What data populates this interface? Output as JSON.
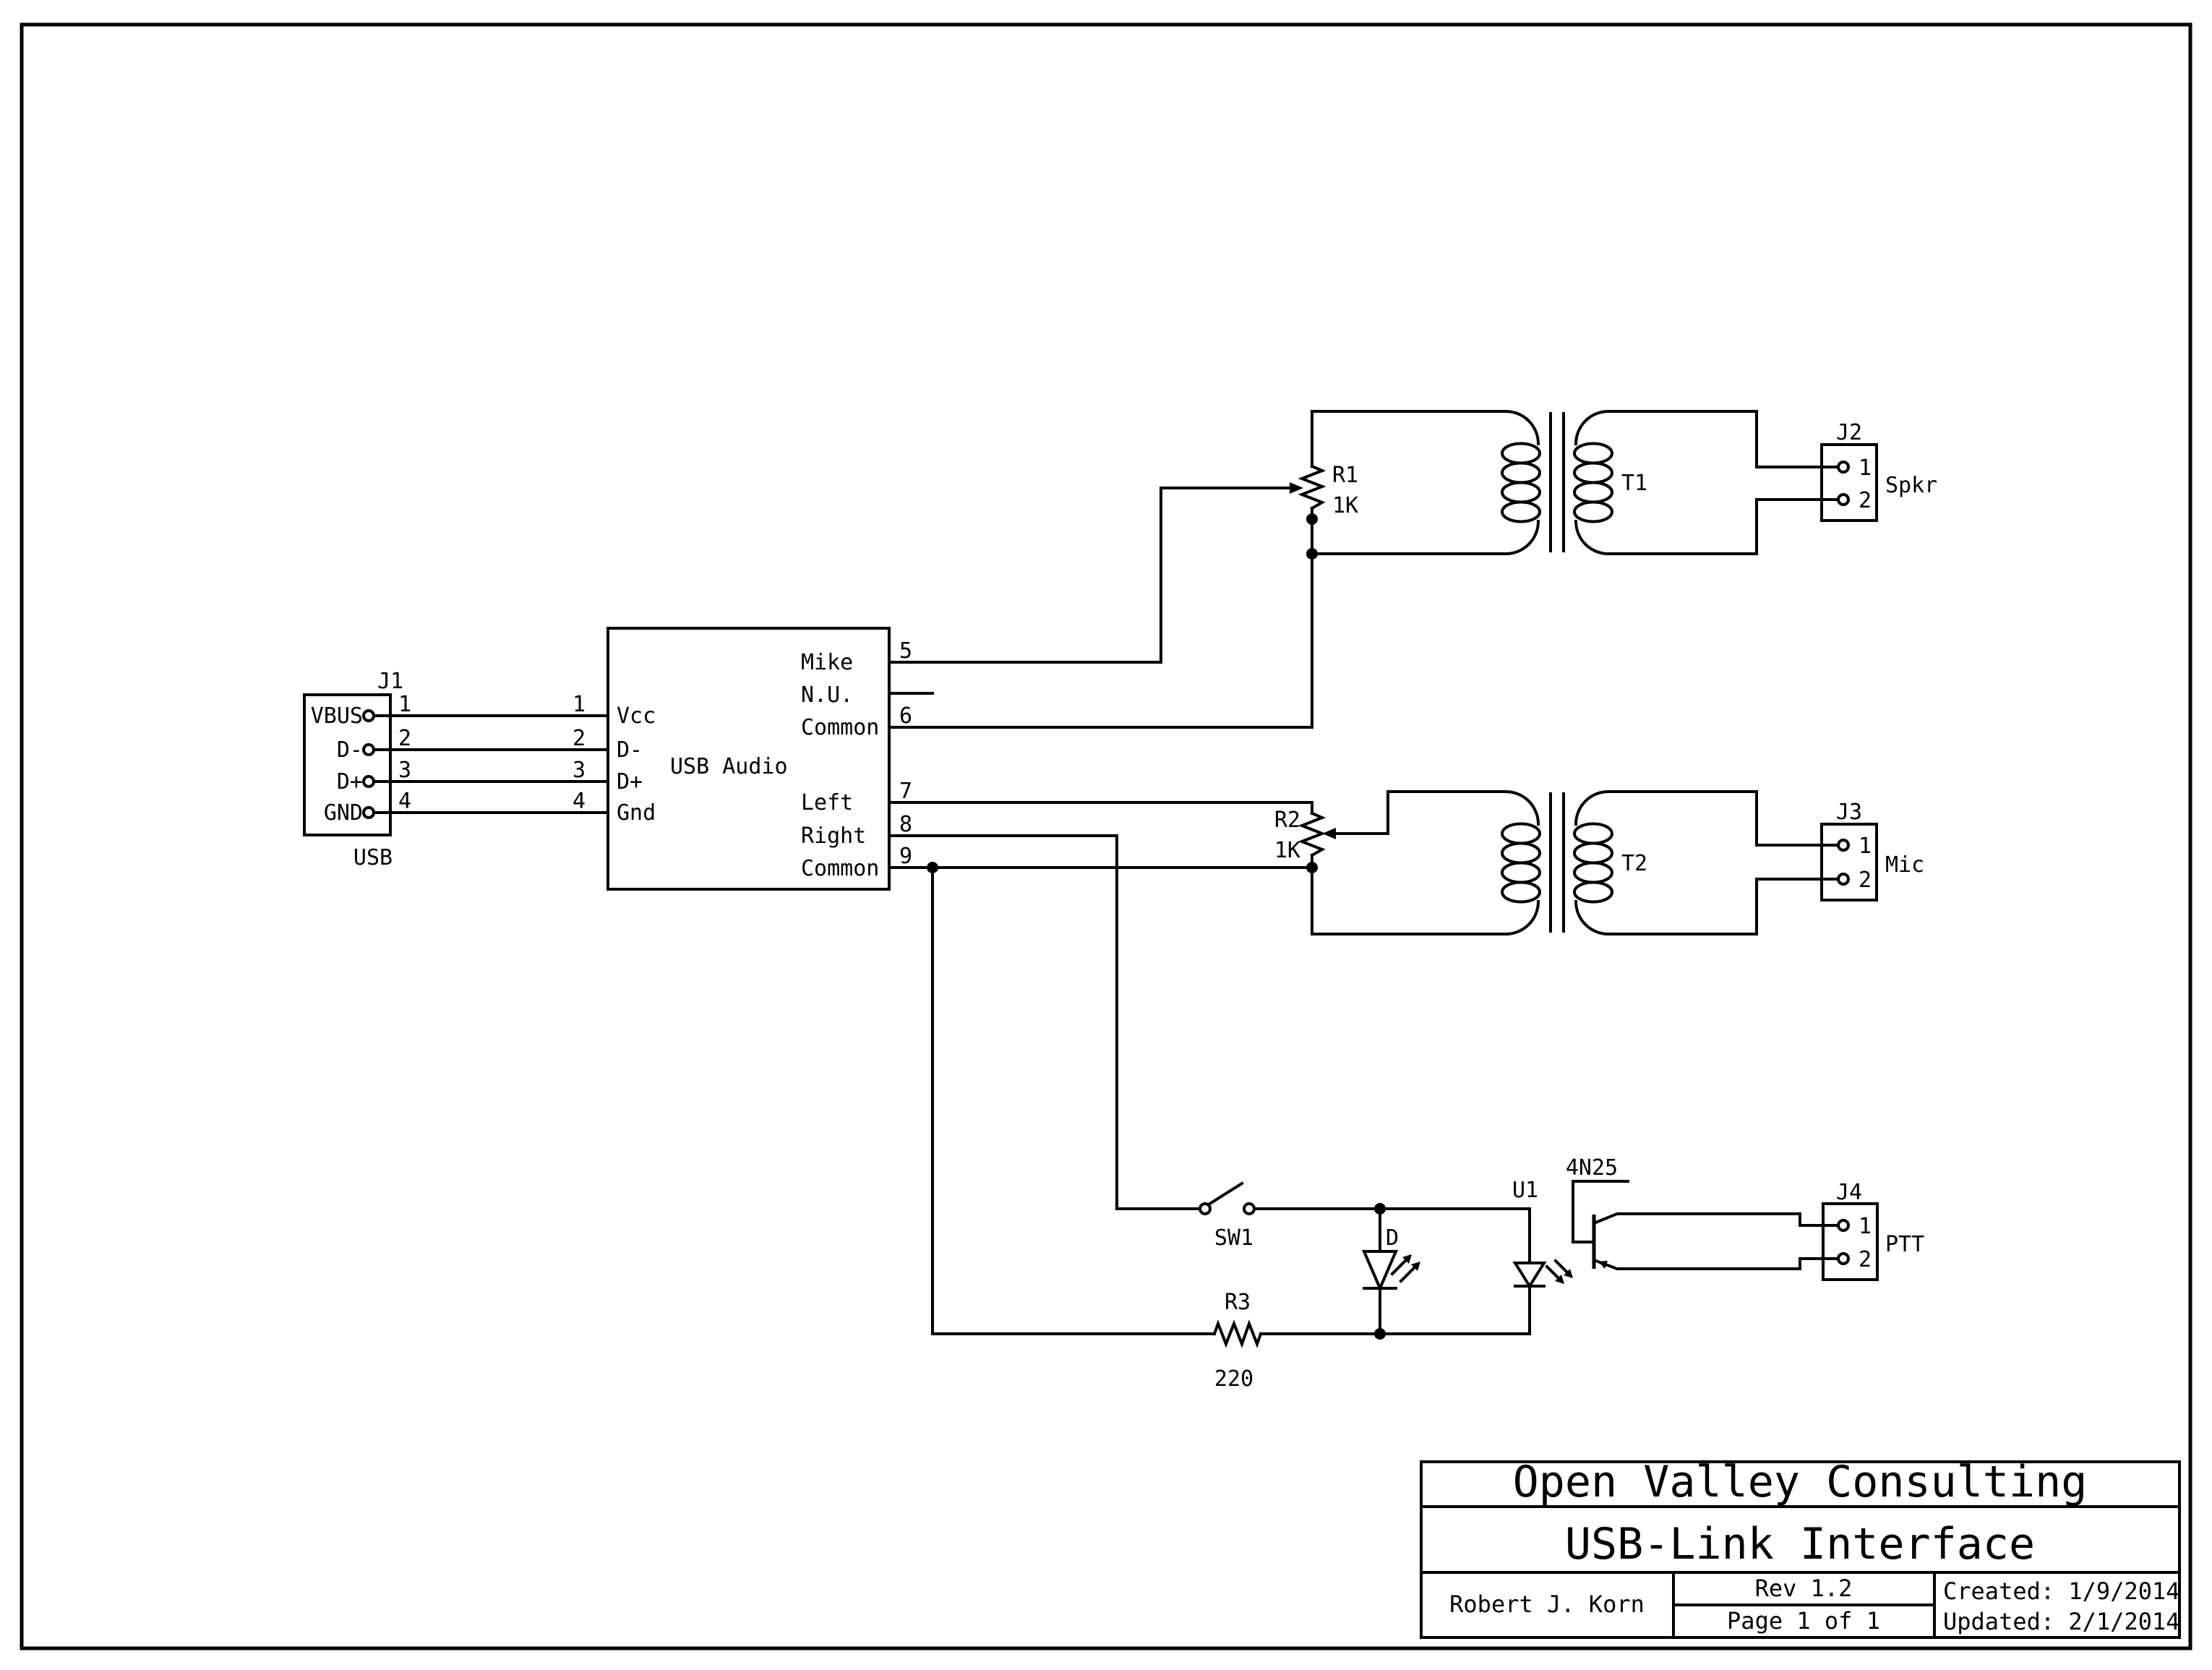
{
  "colors": {
    "ink": "#000000",
    "paper": "#ffffff"
  },
  "j1": {
    "ref": "J1",
    "name": "USB",
    "pins": [
      {
        "n": "1",
        "label": "VBUS"
      },
      {
        "n": "2",
        "label": "D-"
      },
      {
        "n": "3",
        "label": "D+"
      },
      {
        "n": "4",
        "label": "GND"
      }
    ]
  },
  "usb_audio": {
    "name": "USB Audio",
    "left_pins": [
      {
        "n": "1",
        "label": "Vcc"
      },
      {
        "n": "2",
        "label": "D-"
      },
      {
        "n": "3",
        "label": "D+"
      },
      {
        "n": "4",
        "label": "Gnd"
      }
    ],
    "right_pins": [
      {
        "n": "5",
        "label": "Mike"
      },
      {
        "n": "",
        "label": "N.U."
      },
      {
        "n": "6",
        "label": "Common"
      },
      {
        "n": "7",
        "label": "Left"
      },
      {
        "n": "8",
        "label": "Right"
      },
      {
        "n": "9",
        "label": "Common"
      }
    ]
  },
  "r1": {
    "ref": "R1",
    "value": "1K"
  },
  "r2": {
    "ref": "R2",
    "value": "1K"
  },
  "r3": {
    "ref": "R3",
    "value": "220"
  },
  "t1": {
    "ref": "T1"
  },
  "t2": {
    "ref": "T2"
  },
  "sw1": {
    "ref": "SW1"
  },
  "d": {
    "ref": "D"
  },
  "u1": {
    "ref": "U1",
    "part": "4N25"
  },
  "j2": {
    "ref": "J2",
    "label": "Spkr",
    "pins": [
      "1",
      "2"
    ]
  },
  "j3": {
    "ref": "J3",
    "label": "Mic",
    "pins": [
      "1",
      "2"
    ]
  },
  "j4": {
    "ref": "J4",
    "label": "PTT",
    "pins": [
      "1",
      "2"
    ]
  },
  "title_block": {
    "company": "Open Valley Consulting",
    "title": "USB-Link Interface",
    "author": "Robert J. Korn",
    "rev": "Rev 1.2",
    "page": "Page 1 of 1",
    "created": "Created: 1/9/2014",
    "updated": "Updated: 2/1/2014"
  }
}
